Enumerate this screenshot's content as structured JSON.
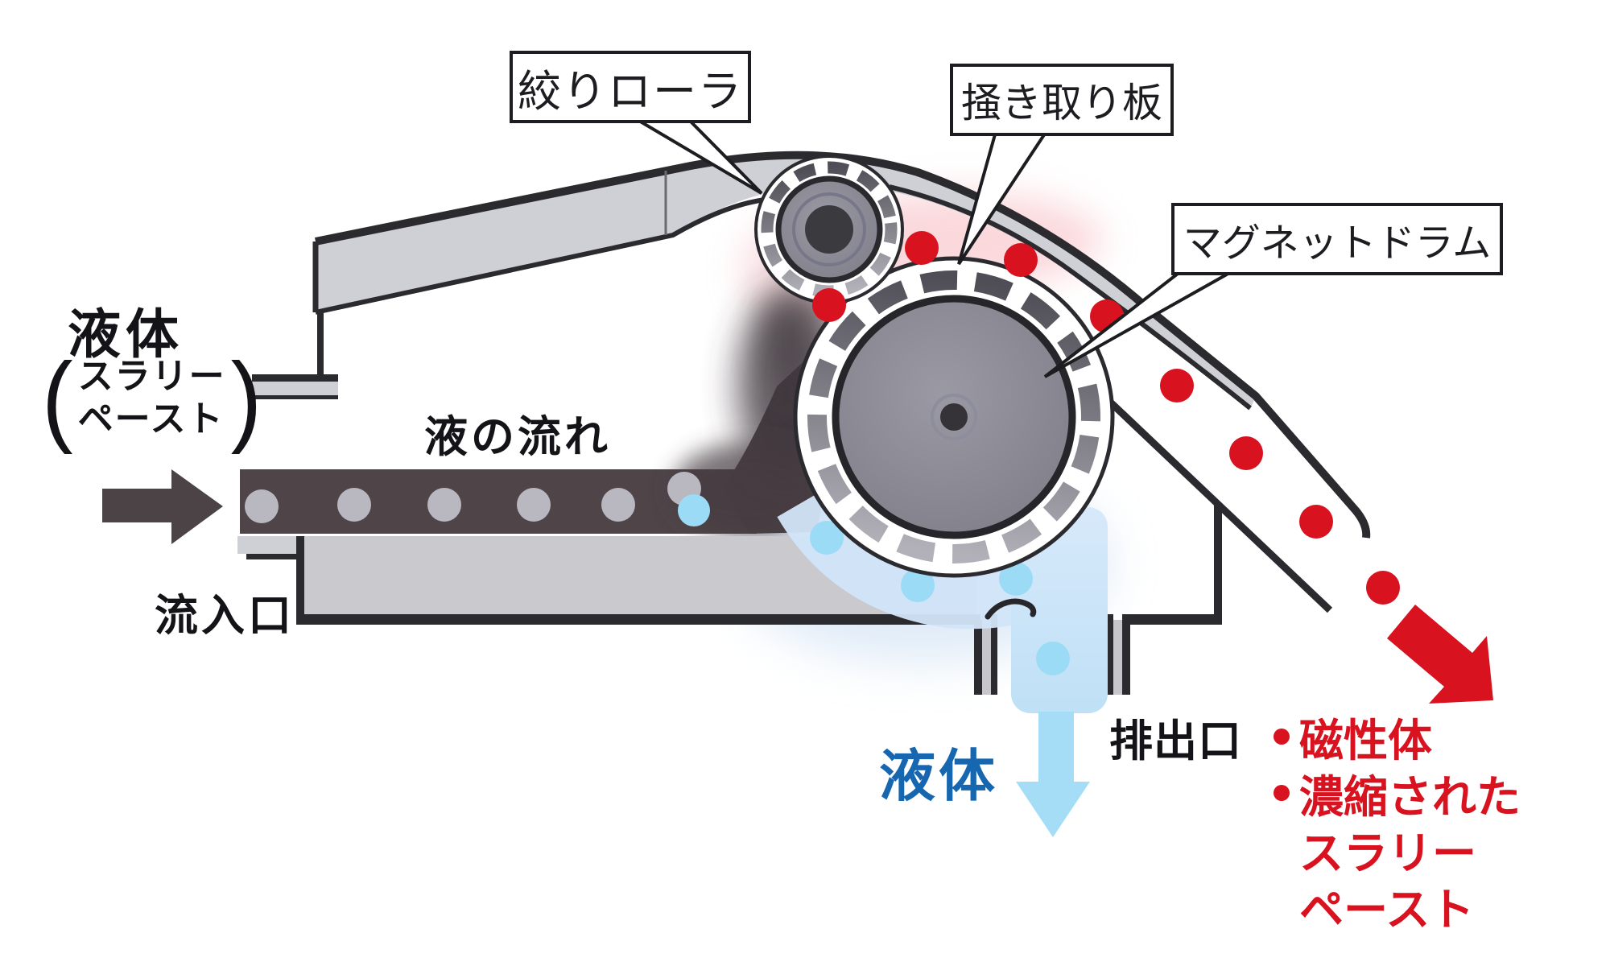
{
  "labels": {
    "squeeze_roller": "絞りローラ",
    "scraper_plate": "掻き取り板",
    "magnet_drum": "マグネットドラム"
  },
  "inlet": {
    "fluid_title": "液体",
    "paren_open": "(",
    "fluid_sub_line1": "スラリー",
    "fluid_sub_line2": "ペースト",
    "paren_close": ")",
    "port_label": "流入口"
  },
  "flow_label": "液の流れ",
  "outlet": {
    "port_label": "排出口",
    "liquid_label": "液体"
  },
  "red_output": {
    "lines": [
      {
        "bullet": true,
        "text": "磁性体"
      },
      {
        "bullet": true,
        "text": "濃縮された"
      },
      {
        "bullet": false,
        "text": "スラリー"
      },
      {
        "bullet": false,
        "text": "ペースト"
      }
    ]
  },
  "icons": {
    "inflow_arrow": "right-arrow",
    "liquid_outflow_arrow": "down-arrow",
    "magnetic_output_arrow": "down-right-arrow"
  },
  "colors": {
    "outline_dark": "#2b2a2e",
    "machine_gray": "#cfd0d5",
    "slurry_channel": "#4f4549",
    "drum_gray": "#8b8a95",
    "magnetic_red": "#d8121f",
    "liquid_blue_text": "#1766b0",
    "liquid_light_blue": "#a5ddf6",
    "flow_band_blue": "#d2e5f8"
  }
}
